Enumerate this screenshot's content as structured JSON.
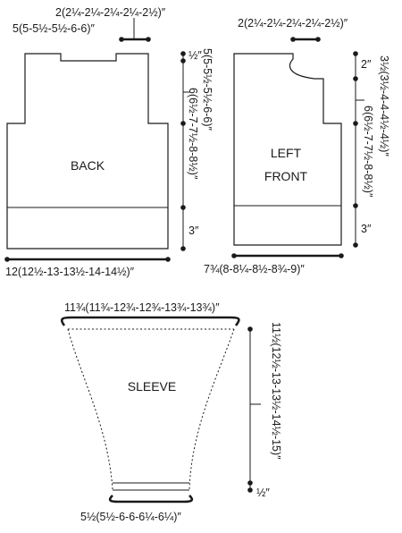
{
  "back": {
    "name": "BACK",
    "neck_width": "2(2¼-2¼-2¼-2¼-2½)″",
    "shoulder_width": "5(5-5½-5½-6-6)″",
    "neck_depth": "½″",
    "armhole_depth": "5(5-5½-5½-6-6)″",
    "body_length": "6(6½-7-7½-8-8½)″",
    "rib_height": "3″",
    "width": "12(12½-13-13½-14-14½)″"
  },
  "left_front": {
    "name_line1": "LEFT",
    "name_line2": "FRONT",
    "neck_width": "2(2¼-2¼-2¼-2¼-2½)″",
    "neck_depth": "2″",
    "armhole_depth": "3½(3½-4-4-4½-4½)″",
    "body_length": "6(6½-7-7½-8-8½)″",
    "rib_height": "3″",
    "width": "7¾(8-8¼-8½-8¾-9)″"
  },
  "sleeve": {
    "name": "SLEEVE",
    "top_width": "11¾(11¾-12¾-12¾-13¾-13¾)″",
    "length": "11½(12½-13-13½-14½-15)″",
    "cuff_height": "½″",
    "cuff_width": "5½(5½-6-6-6¼-6¼)″"
  }
}
